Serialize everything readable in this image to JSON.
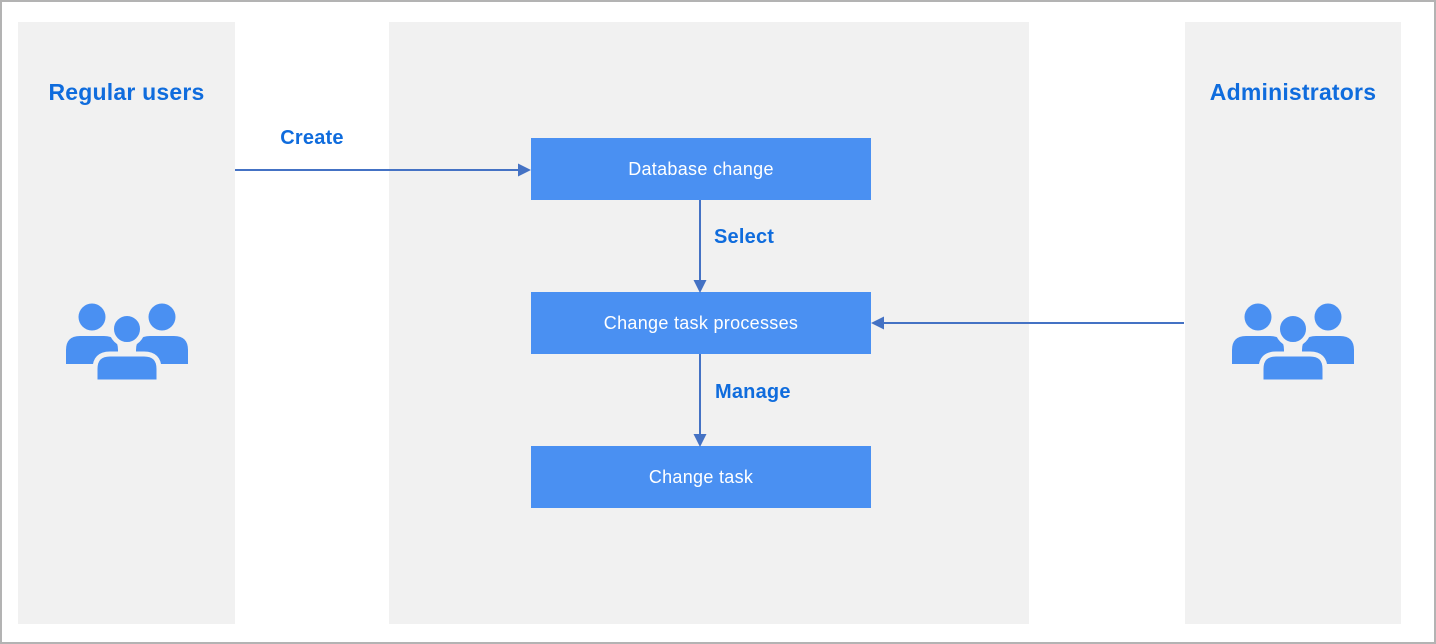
{
  "panels": {
    "left": {
      "title": "Regular users",
      "icon": "users-group-icon"
    },
    "right": {
      "title": "Administrators",
      "icon": "users-group-icon"
    }
  },
  "nodes": [
    {
      "id": "database-change",
      "label": "Database change"
    },
    {
      "id": "change-task-processes",
      "label": "Change task processes"
    },
    {
      "id": "change-task",
      "label": "Change task"
    }
  ],
  "edges": [
    {
      "from": "regular-users",
      "to": "database-change",
      "label": "Create",
      "direction": "right"
    },
    {
      "from": "database-change",
      "to": "change-task-processes",
      "label": "Select",
      "direction": "down"
    },
    {
      "from": "change-task-processes",
      "to": "change-task",
      "label": "Manage",
      "direction": "down"
    },
    {
      "from": "administrators",
      "to": "change-task-processes",
      "label": "",
      "direction": "left"
    }
  ],
  "colors": {
    "node_fill": "#4a90f2",
    "node_text": "#ffffff",
    "arrow": "#4472c4",
    "label_text": "#0f6cdd",
    "panel_bg": "#f1f1f1",
    "canvas_border": "#b3b3b3"
  }
}
